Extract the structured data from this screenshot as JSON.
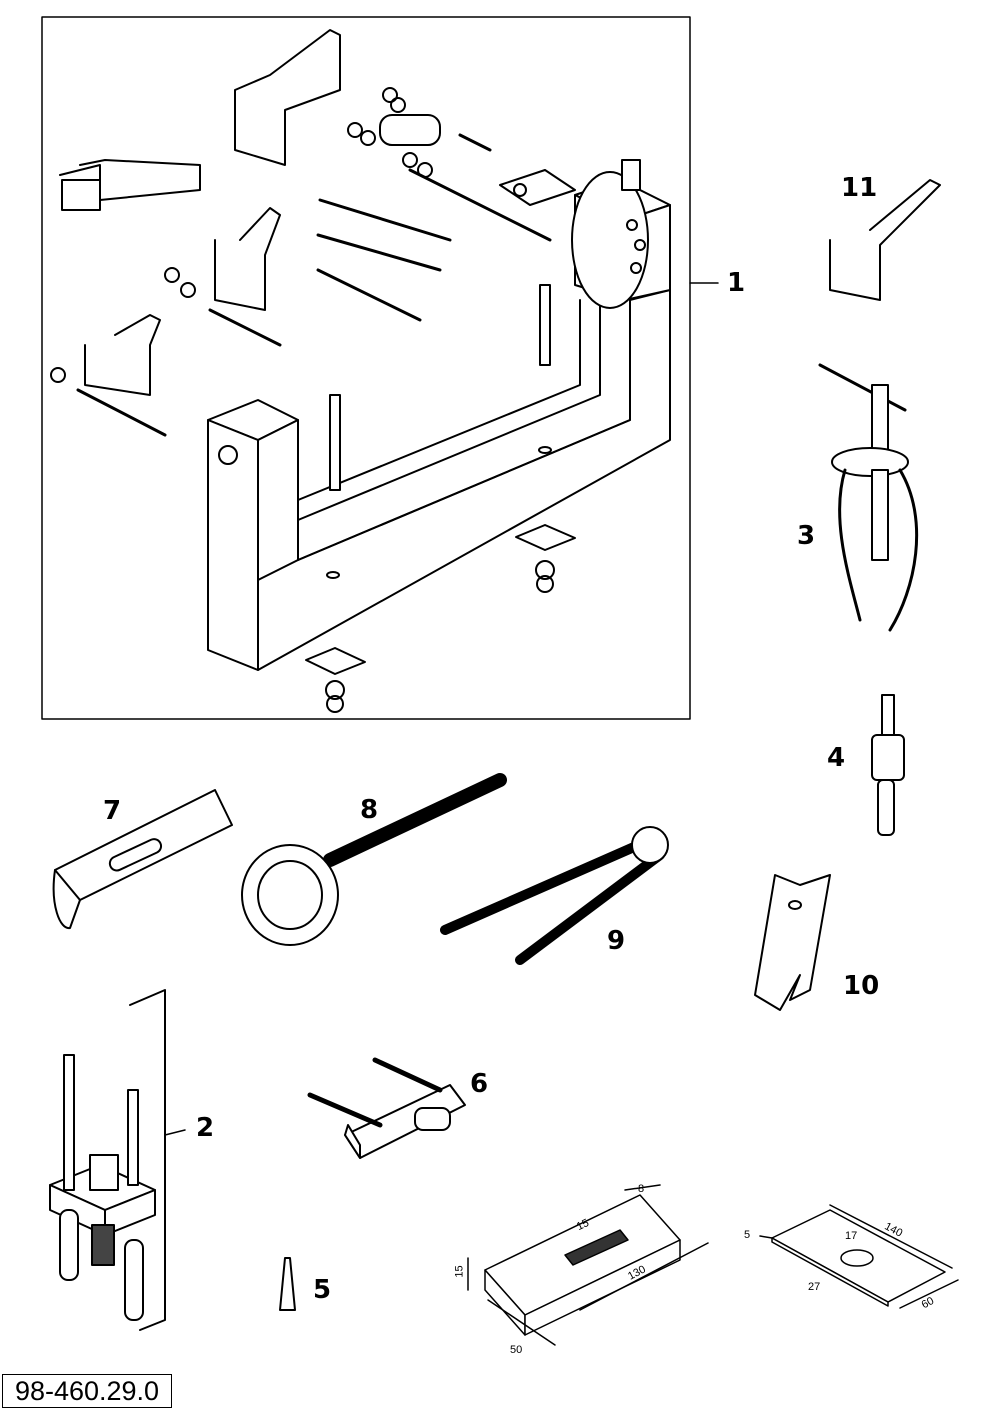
{
  "callouts": {
    "c1": "1",
    "c2": "2",
    "c3": "3",
    "c4": "4",
    "c5": "5",
    "c6": "6",
    "c7": "7",
    "c8": "8",
    "c9": "9",
    "c10": "10",
    "c11": "11"
  },
  "dimensions": {
    "block_height": "15",
    "block_width": "50",
    "block_length": "130",
    "block_groove_width": "8",
    "block_groove_label": "15",
    "plate_thickness": "5",
    "plate_hole": "17",
    "plate_length": "140",
    "plate_offset": "27",
    "plate_width": "60"
  },
  "part_number": "98-460.29.0"
}
